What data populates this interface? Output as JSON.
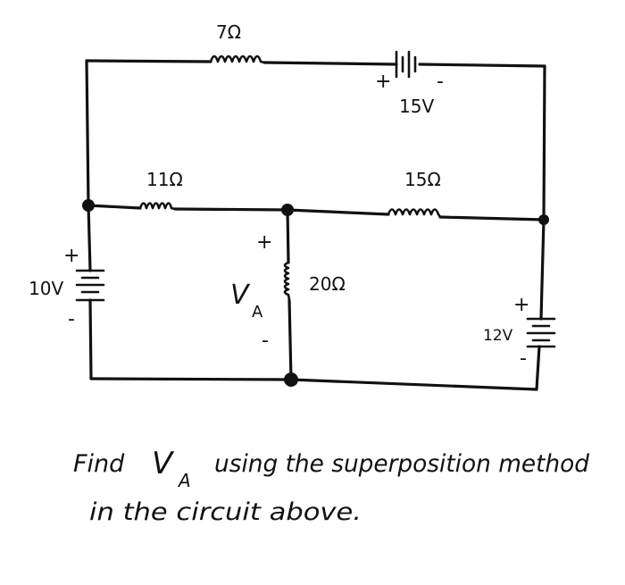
{
  "circuit": {
    "resistors": {
      "r_top": "7Ω",
      "r_left_mid": "11Ω",
      "r_right_mid": "15Ω",
      "r_center": "20Ω"
    },
    "sources": {
      "top": {
        "value": "15V",
        "plus": "+",
        "minus": "-"
      },
      "left": {
        "value": "10V",
        "plus": "+",
        "minus": "-"
      },
      "right": {
        "value": "12V",
        "plus": "+",
        "minus": "-"
      }
    },
    "va_label": {
      "letter": "V",
      "subscript": "A",
      "plus": "+",
      "minus": "-"
    }
  },
  "problem": {
    "line1_before": "Find",
    "v_letter": "V",
    "v_subscript": "A",
    "line1_after": "using the superposition method",
    "line2": "in the circuit above."
  }
}
